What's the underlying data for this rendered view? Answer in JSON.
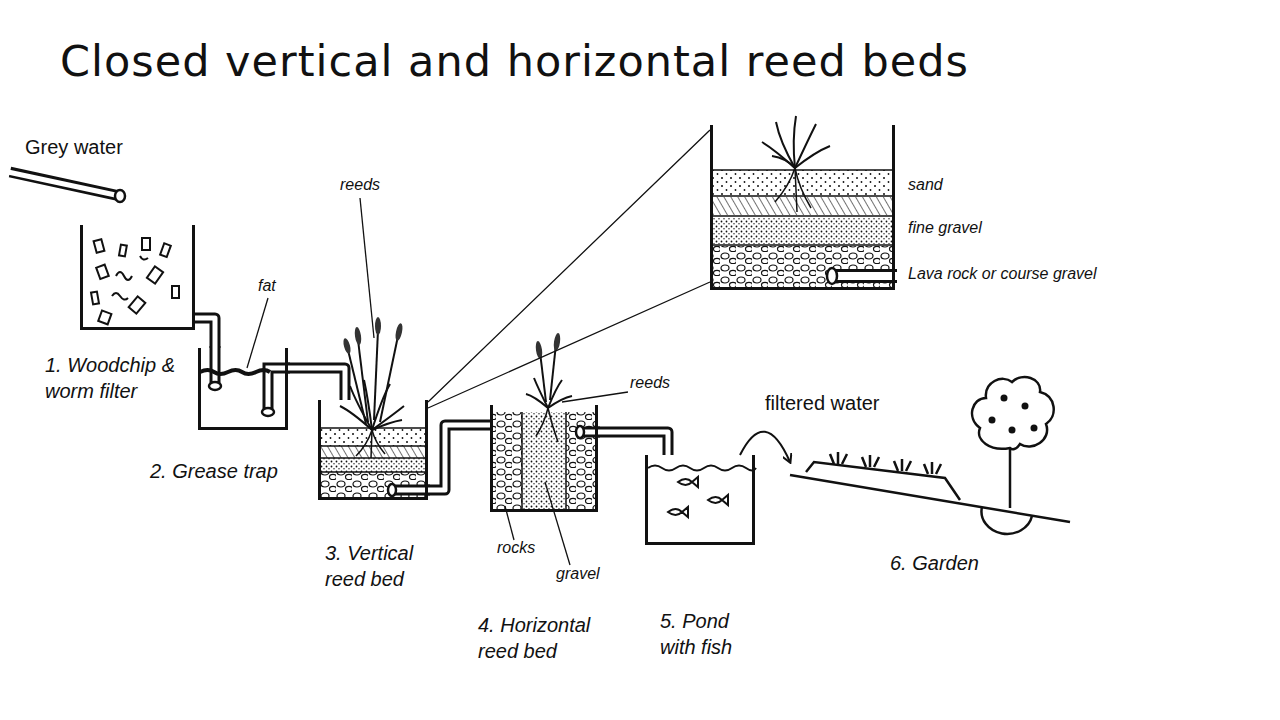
{
  "diagram": {
    "title": "Closed vertical and horizontal reed beds",
    "nodes": [
      {
        "text": [
          "1. Woodchip & worm filter"
        ]
      },
      {
        "text": [
          "2. Grease trap"
        ]
      },
      {
        "text": [
          "3. Vertical reed bed"
        ]
      },
      {
        "text": [
          "sand",
          "fine gravel",
          "Lava rock or course gravel"
        ]
      },
      {
        "text": [
          "4. Horizontal reed bed"
        ]
      },
      {
        "text": [
          "5. Pond with fish"
        ]
      },
      {
        "text": [
          "6. Garden"
        ]
      }
    ],
    "edges": [
      {
        "from": 0,
        "to": 1,
        "arrow": "none"
      },
      {
        "from": 1,
        "to": 2,
        "arrow": "none"
      },
      {
        "from": 2,
        "to": 3,
        "arrow": "none"
      },
      {
        "from": 2,
        "to": 4,
        "arrow": "none"
      },
      {
        "from": 4,
        "to": 5,
        "arrow": "none"
      },
      {
        "from": 5,
        "to": 6,
        "arrow": "to",
        "label": "filtered water"
      }
    ],
    "labels": [
      "Grey water",
      "fat",
      "reeds",
      "reeds",
      "rocks",
      "gravel"
    ]
  }
}
